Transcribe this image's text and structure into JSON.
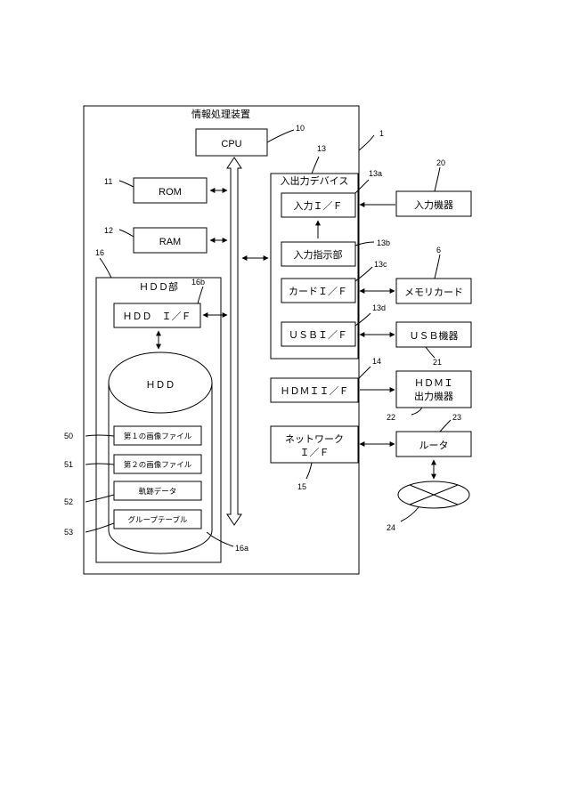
{
  "device": {
    "title": "情報処理装置",
    "ref": "1"
  },
  "cpu": {
    "label": "CPU",
    "ref": "10"
  },
  "rom": {
    "label": "ROM",
    "ref": "11"
  },
  "ram": {
    "label": "RAM",
    "ref": "12"
  },
  "io_device": {
    "title": "入出力デバイス",
    "ref": "13"
  },
  "input_if": {
    "label": "入力Ｉ／Ｆ",
    "ref": "13a"
  },
  "input_indicator": {
    "label": "入力指示部",
    "ref": "13b"
  },
  "card_if": {
    "label": "カードＩ／Ｆ",
    "ref": "13c"
  },
  "usb_if": {
    "label": "ＵＳＢＩ／Ｆ",
    "ref": "13d"
  },
  "hdmi_if": {
    "label": "ＨＤＭＩＩ／Ｆ",
    "ref": "14"
  },
  "network_if": {
    "label_line1": "ネットワーク",
    "label_line2": "Ｉ／Ｆ",
    "ref": "15"
  },
  "hdd_unit": {
    "title": "ＨＤＤ部",
    "ref": "16"
  },
  "hdd_if": {
    "label": "ＨＤＤ　Ｉ／Ｆ",
    "ref": "16b"
  },
  "hdd": {
    "label": "ＨＤＤ",
    "ref": "16a"
  },
  "hdd_files": [
    {
      "label": "第１の画像ファイル",
      "ref": "50"
    },
    {
      "label": "第２の画像ファイル",
      "ref": "51"
    },
    {
      "label": "軌跡データ",
      "ref": "52"
    },
    {
      "label": "グループテーブル",
      "ref": "53"
    }
  ],
  "input_equipment": {
    "label": "入力機器",
    "ref": "20"
  },
  "memory_card": {
    "label": "メモリカード",
    "ref": "6"
  },
  "usb_equipment": {
    "label": "ＵＳＢ機器",
    "ref": "21"
  },
  "hdmi_output": {
    "label_line1": "ＨＤＭＩ",
    "label_line2": "出力機器",
    "ref": "22"
  },
  "router": {
    "label": "ルータ",
    "ref": "23"
  },
  "network": {
    "ref": "24"
  }
}
